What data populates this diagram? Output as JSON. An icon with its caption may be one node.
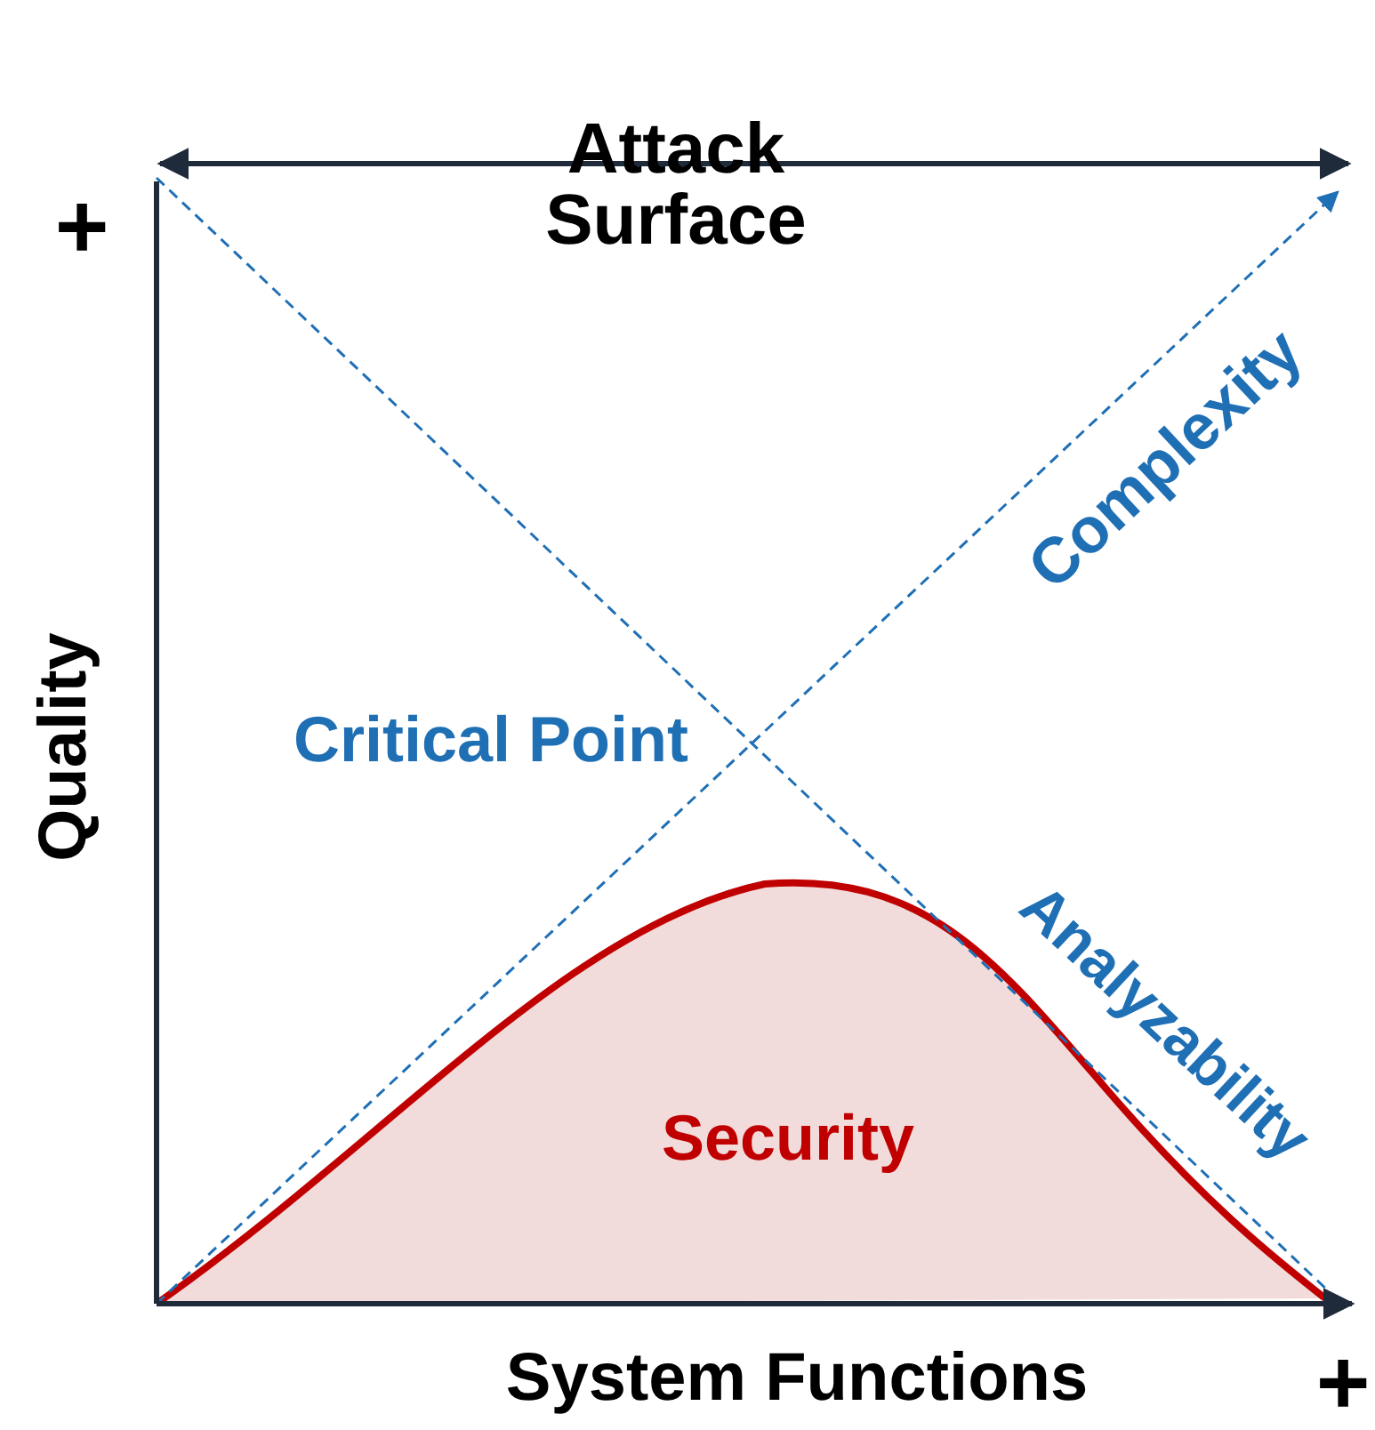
{
  "diagram": {
    "labels": [
      "Attack Surface",
      "+",
      "Complexity",
      "Quality",
      "Critical Point",
      "Analyzability",
      "Security",
      "System Functions",
      "+"
    ]
  }
}
